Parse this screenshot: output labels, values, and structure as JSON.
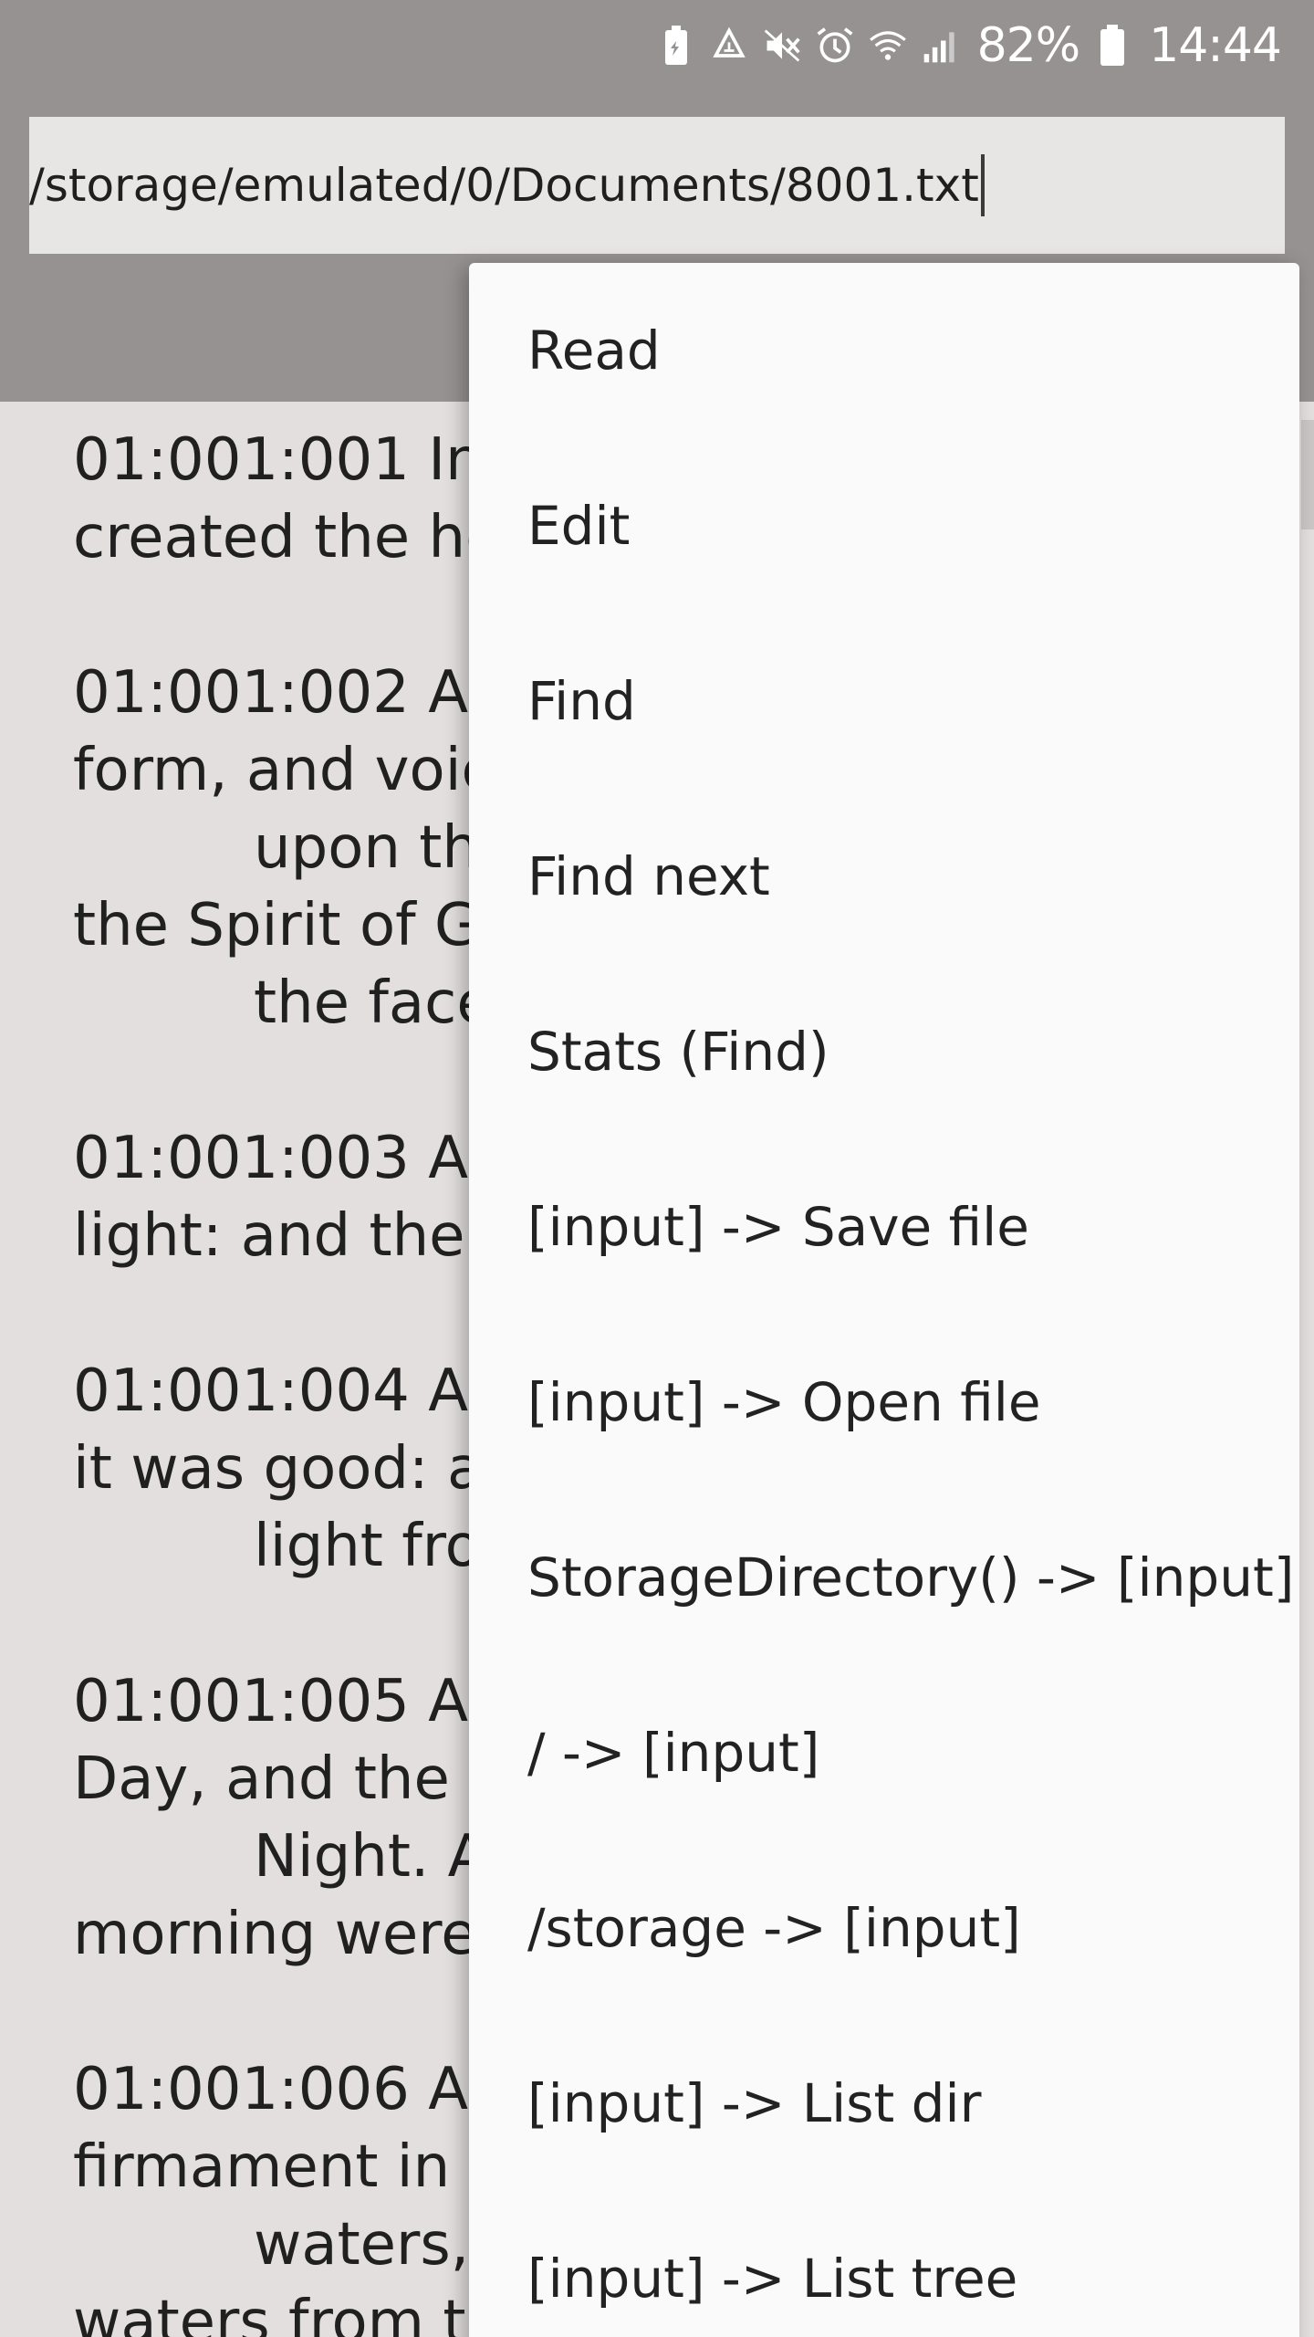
{
  "status_bar": {
    "battery_percent": "82%",
    "time": "14:44",
    "icons": [
      "battery-saver-icon",
      "recycle-icon",
      "mute-icon",
      "alarm-icon",
      "wifi-icon",
      "signal-icon",
      "battery-icon"
    ]
  },
  "path_input": {
    "value": "/storage/emulated/0/Documents/8001.txt"
  },
  "document": {
    "lines": [
      "01:001:001 In",
      "created the he",
      "01:001:002 An",
      "form, and voic",
      "upon th",
      "the Spirit of G",
      "the face",
      "01:001:003 An",
      "light: and ther",
      "01:001:004 An",
      "it was good: a",
      "light fro",
      "01:001:005 An",
      "Day, and the d",
      "Night. A",
      "morning were",
      "01:001:006 An",
      "firmament in t",
      "waters,",
      "waters from th"
    ]
  },
  "menu": {
    "items": [
      "Read",
      "Edit",
      "Find",
      "Find next",
      "Stats (Find)",
      "[input] -> Save file",
      "[input] -> Open file",
      "StorageDirectory() -> [input]",
      "/ -> [input]",
      "/storage -> [input]",
      "[input] -> List dir",
      "[input] -> List tree"
    ]
  }
}
